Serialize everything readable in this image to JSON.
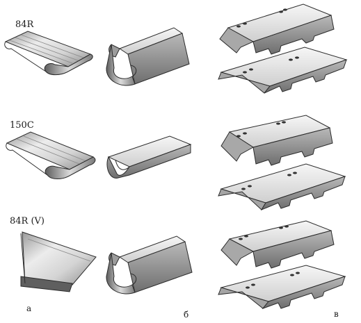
{
  "rows": [
    {
      "label": "84R"
    },
    {
      "label": "150C"
    },
    {
      "label": "84R (V)"
    }
  ],
  "columns": [
    {
      "label": "а"
    },
    {
      "label": "б"
    },
    {
      "label": "в"
    }
  ],
  "colors": {
    "metal_light": "#f1f1f1",
    "metal_mid": "#c9c9c9",
    "metal_dark": "#6f6f6f",
    "outline": "#2a2a2a"
  }
}
